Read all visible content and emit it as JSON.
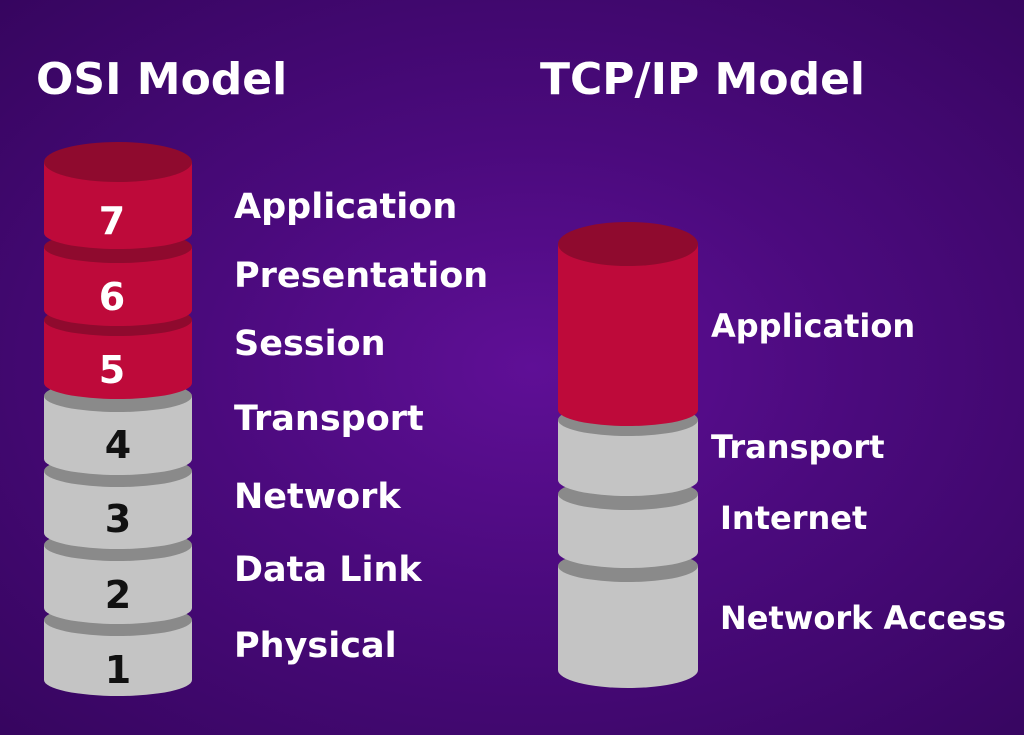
{
  "osi": {
    "title": "OSI Model",
    "layers": [
      {
        "number": "7",
        "name": "Application",
        "group": "upper"
      },
      {
        "number": "6",
        "name": "Presentation",
        "group": "upper"
      },
      {
        "number": "5",
        "name": "Session",
        "group": "upper"
      },
      {
        "number": "4",
        "name": "Transport",
        "group": "lower"
      },
      {
        "number": "3",
        "name": "Network",
        "group": "lower"
      },
      {
        "number": "2",
        "name": "Data Link",
        "group": "lower"
      },
      {
        "number": "1",
        "name": "Physical",
        "group": "lower"
      }
    ]
  },
  "tcpip": {
    "title": "TCP/IP Model",
    "layers": [
      {
        "name": "Application",
        "group": "upper"
      },
      {
        "name": "Transport",
        "group": "lower"
      },
      {
        "name": "Internet",
        "group": "lower"
      },
      {
        "name": "Network Access",
        "group": "lower"
      }
    ]
  },
  "colors": {
    "upper_body": "#be0a3a",
    "upper_top": "#8f0a2e",
    "lower_body": "#c4c4c4",
    "lower_top": "#8a8a8a",
    "background": "#4a0a7c",
    "text": "#ffffff"
  }
}
